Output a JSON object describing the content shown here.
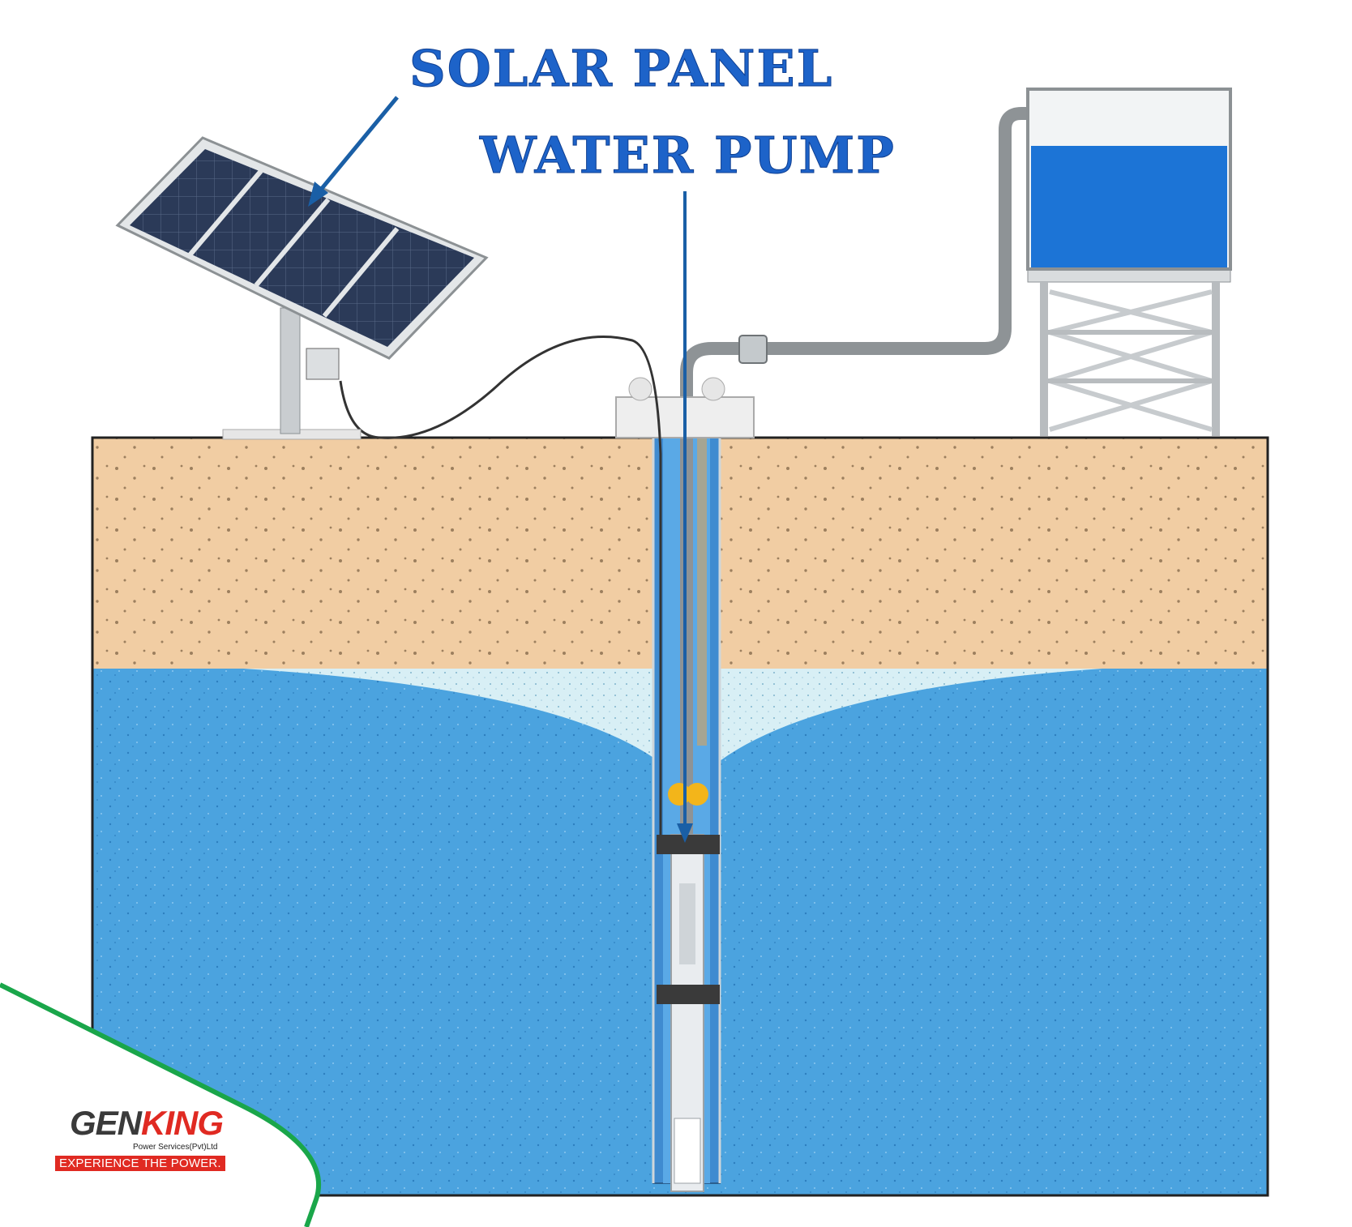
{
  "labels": {
    "line1": "SOLAR PANEL",
    "line2": "WATER PUMP"
  },
  "logo": {
    "gen": "GEN",
    "king": "KING",
    "subtitle": "Power Services(Pvt)Ltd",
    "tagline": "EXPERIENCE THE POWER."
  },
  "colors": {
    "label_text": "#1d63c9",
    "soil": "#f1cda3",
    "water": "#4ba3df",
    "drawdown": "#d8eff5",
    "tank_water": "#1c74d6",
    "pipe": "#8e9396",
    "logo_red": "#e02a22",
    "accent_green": "#1aa64a"
  },
  "icons": {
    "solar_panel": "solar-panel-icon",
    "water_tank": "water-tank-icon",
    "submersible_pump": "submersible-pump-icon"
  }
}
